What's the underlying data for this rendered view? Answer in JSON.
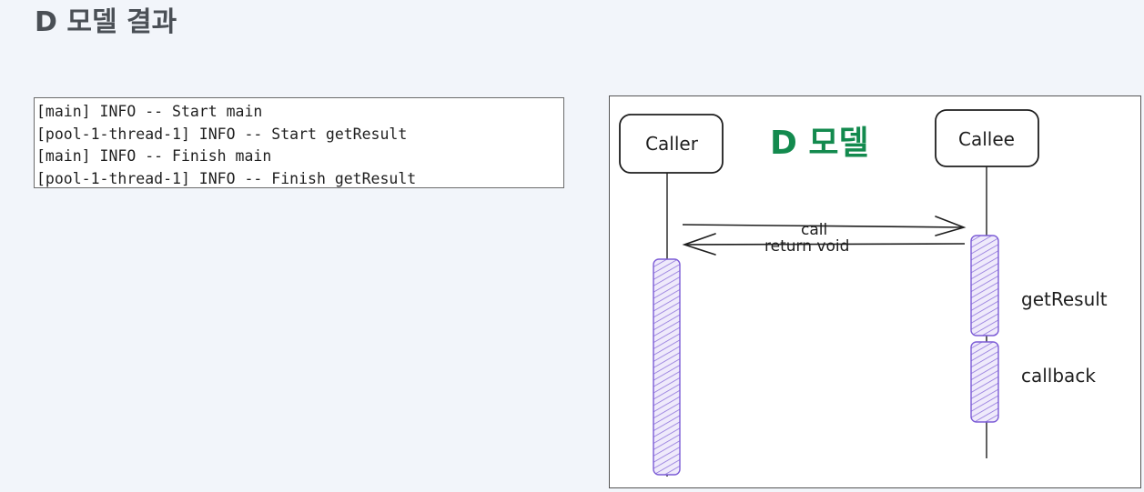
{
  "page": {
    "title": "D 모델 결과"
  },
  "log": {
    "lines": [
      "[main] INFO -- Start main",
      "[pool-1-thread-1] INFO -- Start getResult",
      "[main] INFO -- Finish main",
      "[pool-1-thread-1] INFO -- Finish getResult"
    ]
  },
  "diagram": {
    "title": "D 모델",
    "title_color": "#138a4e",
    "activation_color": "#7c5cd6",
    "participants": {
      "caller": "Caller",
      "callee": "Callee"
    },
    "messages": {
      "call": "call",
      "return": "return void"
    },
    "activations": {
      "get_result": "getResult",
      "callback": "callback"
    }
  }
}
